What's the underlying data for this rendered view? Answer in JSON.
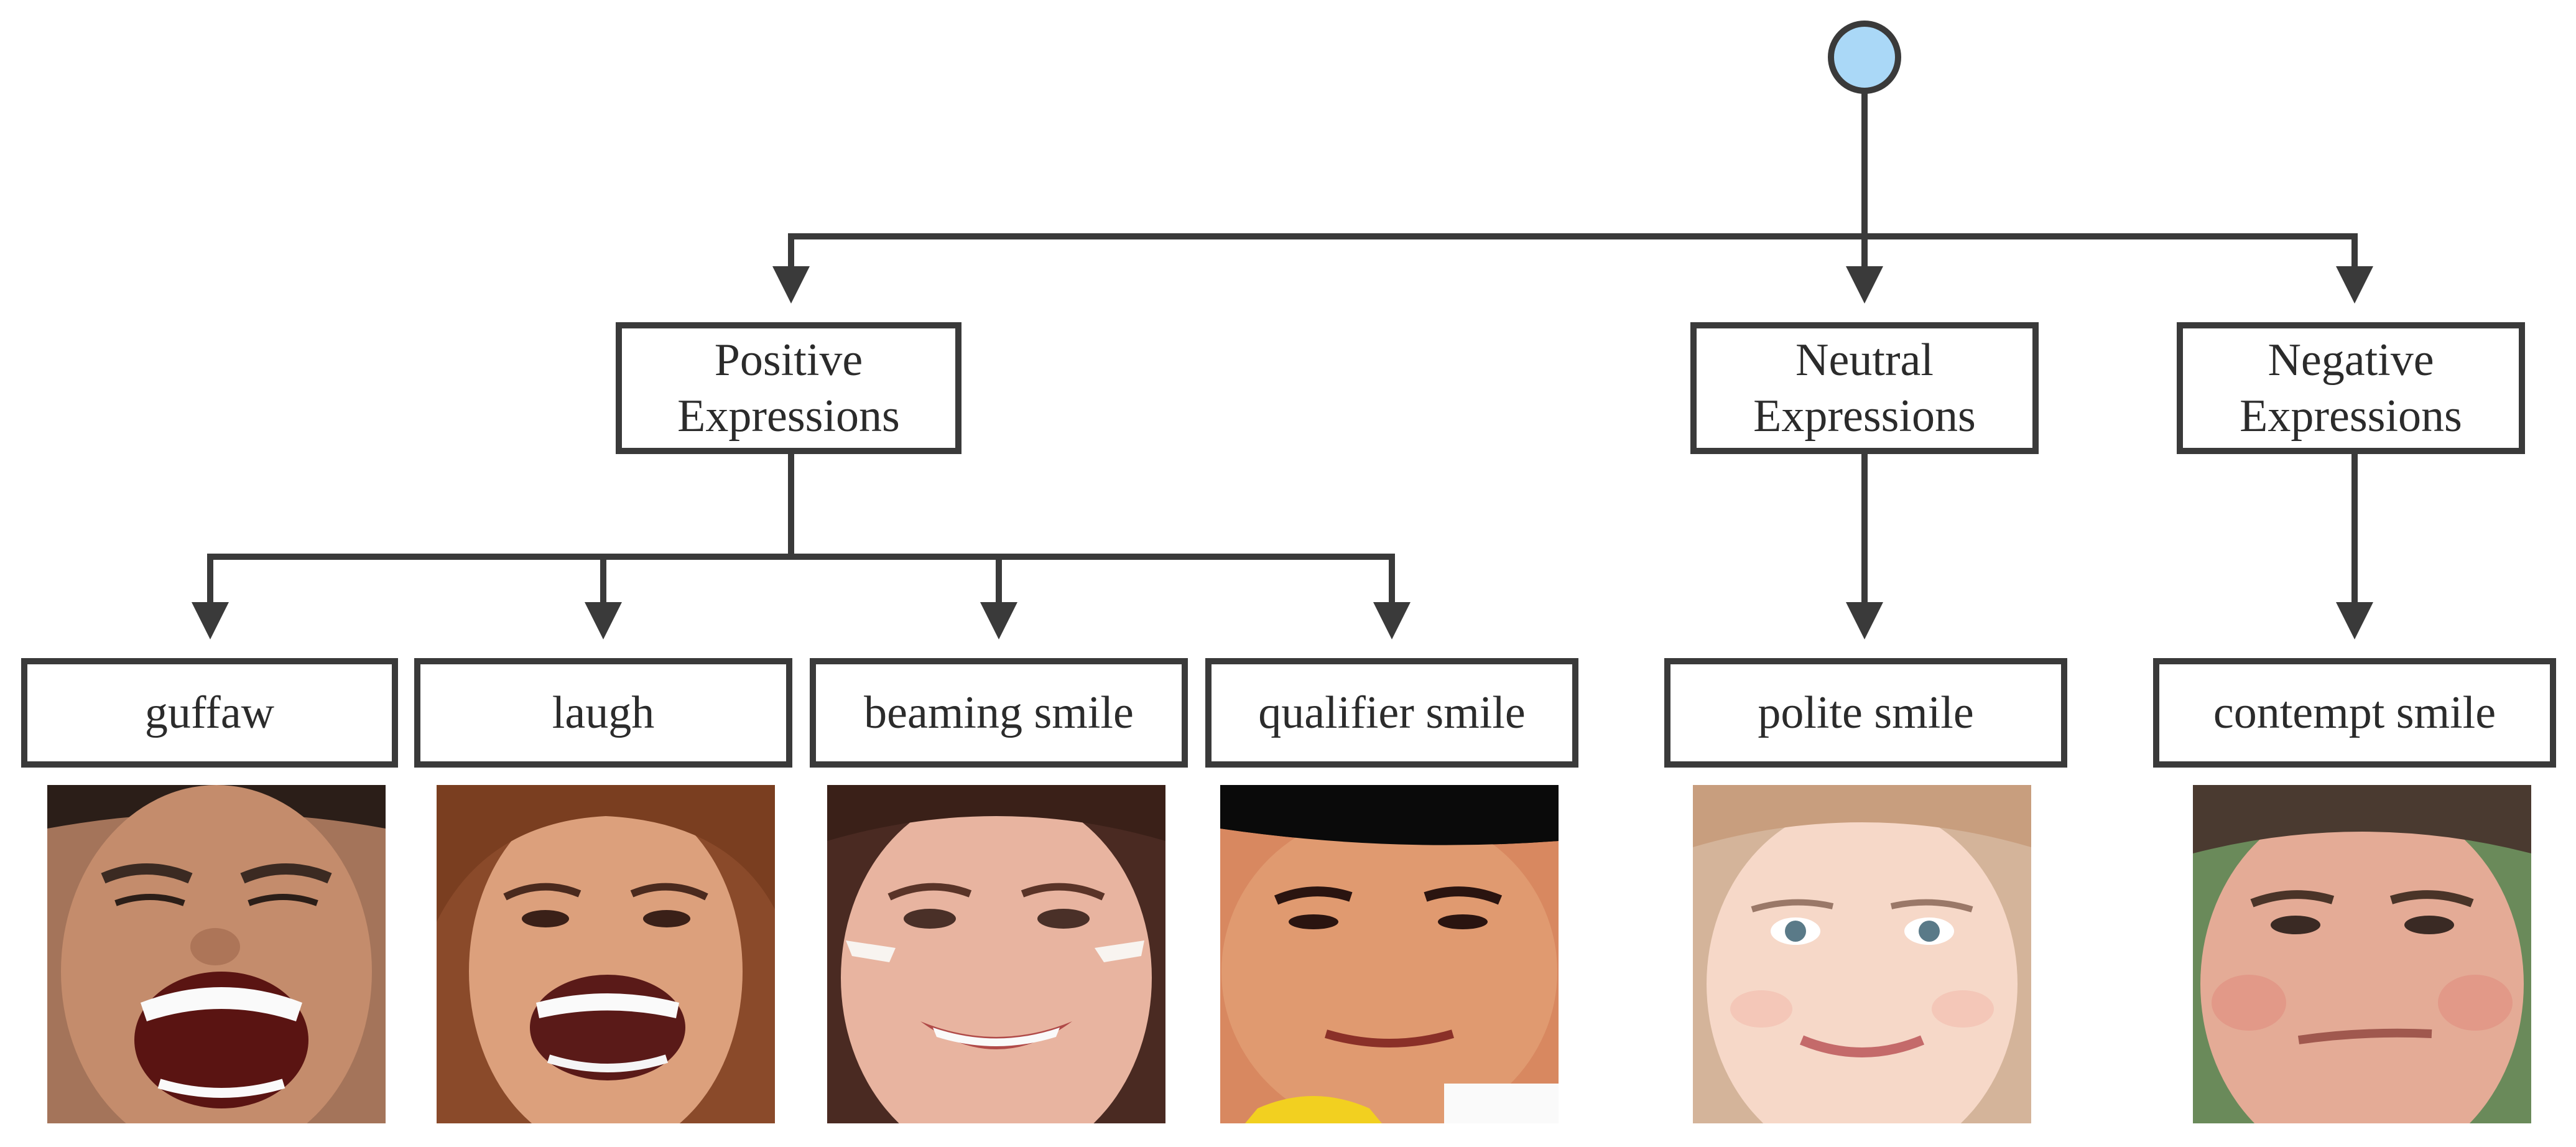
{
  "diagram": {
    "root": {
      "fill": "#aad8f7",
      "stroke": "#3a3a3a"
    },
    "categories": [
      {
        "id": "positive",
        "label": "Positive\nExpressions"
      },
      {
        "id": "neutral",
        "label": "Neutral\nExpressions"
      },
      {
        "id": "negative",
        "label": "Negative\nExpressions"
      }
    ],
    "leaves": [
      {
        "id": "guffaw",
        "parent": "positive",
        "label": "guffaw",
        "image": "face-photo-guffaw"
      },
      {
        "id": "laugh",
        "parent": "positive",
        "label": "laugh",
        "image": "face-photo-laugh"
      },
      {
        "id": "beaming",
        "parent": "positive",
        "label": "beaming smile",
        "image": "face-photo-beaming-smile"
      },
      {
        "id": "qualifier",
        "parent": "positive",
        "label": "qualifier smile",
        "image": "face-photo-qualifier-smile"
      },
      {
        "id": "polite",
        "parent": "neutral",
        "label": "polite smile",
        "image": "face-photo-polite-smile"
      },
      {
        "id": "contempt",
        "parent": "negative",
        "label": "contempt smile",
        "image": "face-photo-contempt-smile"
      }
    ],
    "colors": {
      "line": "#3a3a3a",
      "text": "#2b2b2b",
      "root_fill": "#aad8f7"
    }
  }
}
